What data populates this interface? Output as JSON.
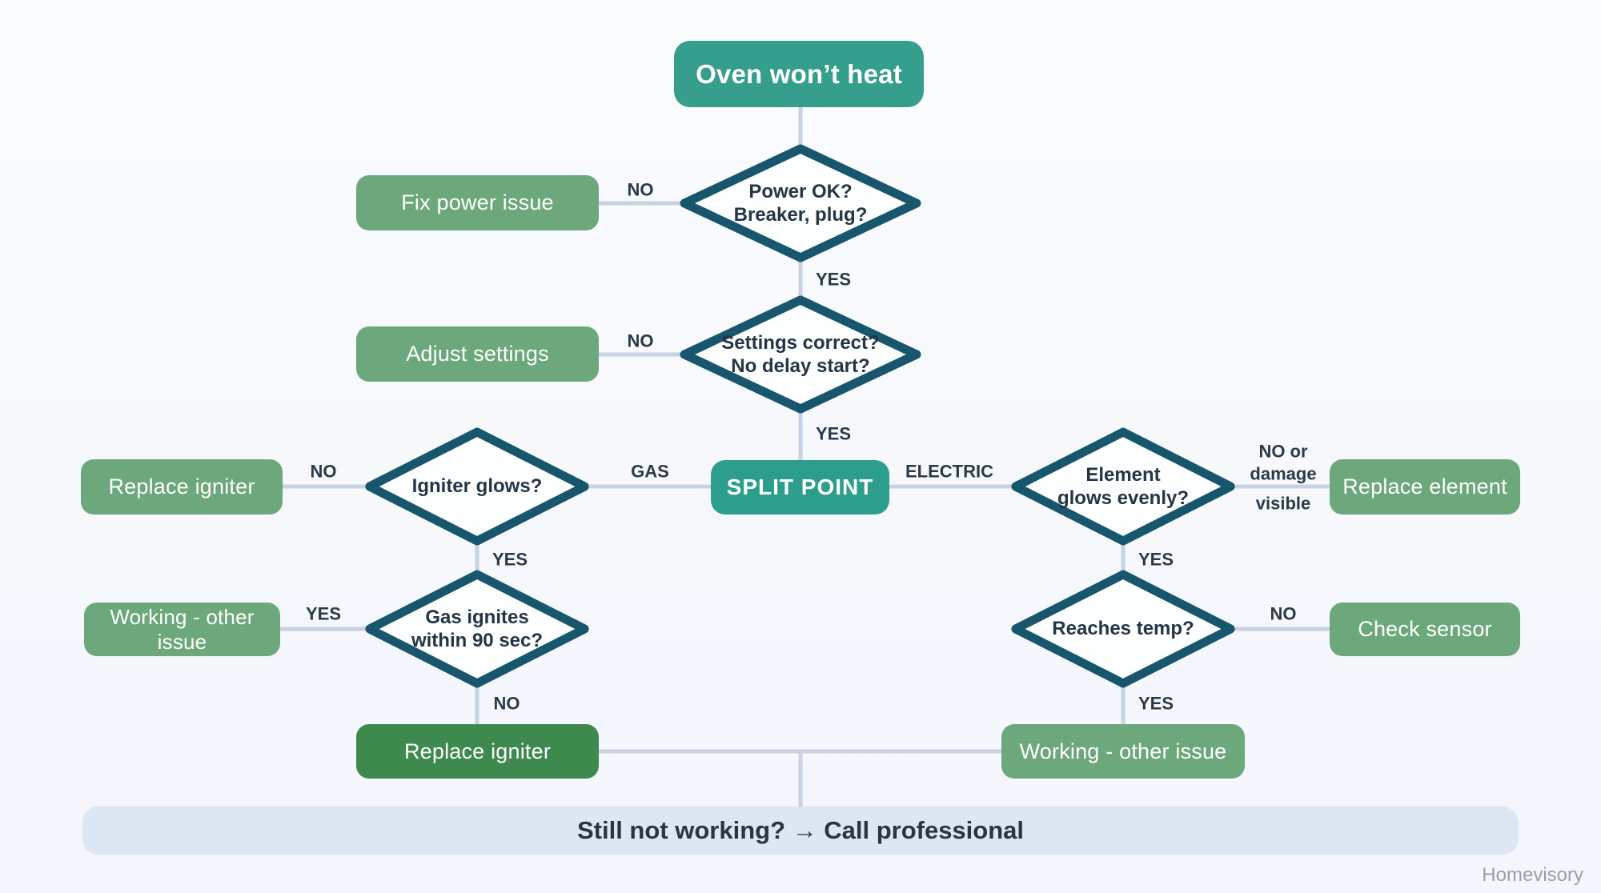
{
  "diagram": {
    "title": "Oven won’t heat",
    "split_point": "SPLIT POINT",
    "footer": "Still not working? → Call professional",
    "watermark": "Homevisory",
    "decisions": {
      "power": "Power OK?\nBreaker, plug?",
      "settings": "Settings correct?\nNo delay start?",
      "igniter": "Igniter glows?",
      "element": "Element\nglows evenly?",
      "gas_ignites": "Gas ignites\nwithin 90 sec?",
      "reaches_temp": "Reaches temp?"
    },
    "actions": {
      "fix_power": "Fix power issue",
      "adjust_settings": "Adjust settings",
      "replace_igniter_gas": "Replace igniter",
      "working_other_issue_gas": "Working - other issue",
      "replace_igniter_final": "Replace igniter",
      "replace_element": "Replace element",
      "check_sensor": "Check sensor",
      "working_other_issue_electric": "Working - other issue"
    },
    "edge_labels": {
      "power_no": "NO",
      "power_yes": "YES",
      "settings_no": "NO",
      "settings_yes": "YES",
      "branch_gas": "GAS",
      "branch_electric": "ELECTRIC",
      "igniter_no": "NO",
      "igniter_yes": "YES",
      "gas_yes": "YES",
      "gas_no": "NO",
      "element_no": "NO or\ndamage",
      "element_no_cont": "visible",
      "element_yes": "YES",
      "temp_no": "NO",
      "temp_yes": "YES"
    },
    "colors": {
      "teal": "#359e8c",
      "green": "#6ca87b",
      "dark_green": "#3e8a4e",
      "diamond_border": "#17566c",
      "connector": "#c7d2e3",
      "footer_bg": "#dde6f3"
    }
  }
}
